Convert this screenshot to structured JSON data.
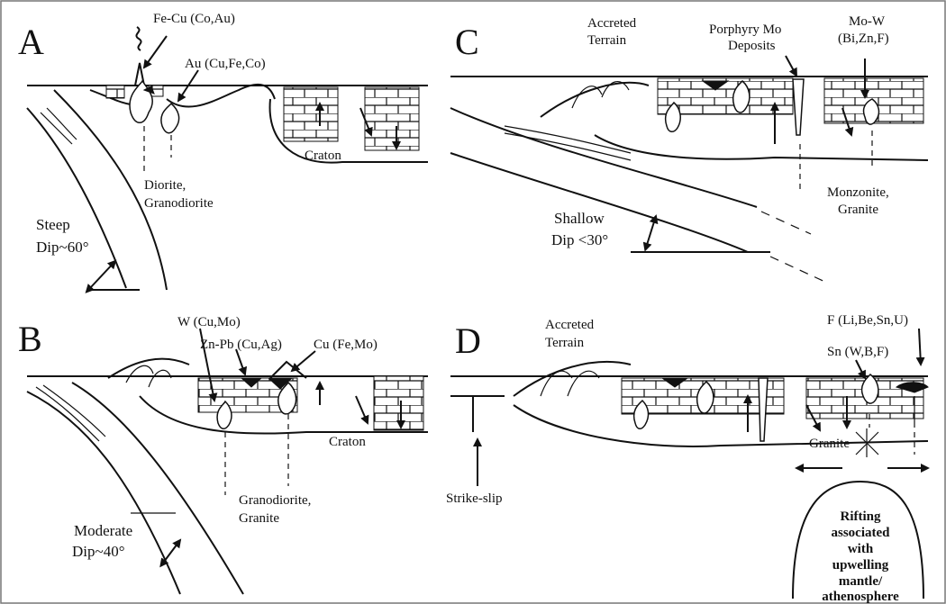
{
  "panels": {
    "A": {
      "letter": "A",
      "label_fecu": "Fe-Cu (Co,Au)",
      "label_au": "Au (Cu,Fe,Co)",
      "label_diorite_1": "Diorite,",
      "label_diorite_2": "Granodiorite",
      "label_craton": "Craton",
      "label_dip_1": "Steep",
      "label_dip_2": "Dip~60°"
    },
    "B": {
      "letter": "B",
      "label_w": "W (Cu,Mo)",
      "label_znpb": "Zn-Pb (Cu,Ag)",
      "label_cu": "Cu (Fe,Mo)",
      "label_craton": "Craton",
      "label_grano_1": "Granodiorite,",
      "label_grano_2": "Granite",
      "label_dip_1": "Moderate",
      "label_dip_2": "Dip~40°"
    },
    "C": {
      "letter": "C",
      "label_terrain_1": "Accreted",
      "label_terrain_2": "Terrain",
      "label_porph_1": "Porphyry Mo",
      "label_porph_2": "Deposits",
      "label_mow_1": "Mo-W",
      "label_mow_2": "(Bi,Zn,F)",
      "label_monz_1": "Monzonite,",
      "label_monz_2": "Granite",
      "label_dip_1": "Shallow",
      "label_dip_2": "Dip <30°"
    },
    "D": {
      "letter": "D",
      "label_terrain_1": "Accreted",
      "label_terrain_2": "Terrain",
      "label_f": "F (Li,Be,Sn,U)",
      "label_sn": "Sn (W,B,F)",
      "label_granite": "Granite",
      "label_strike": "Strike-slip",
      "label_rift_1": "Rifting",
      "label_rift_2": "associated",
      "label_rift_3": "with",
      "label_rift_4": "upwelling",
      "label_rift_5": "mantle/",
      "label_rift_6": "athenosphere"
    }
  }
}
